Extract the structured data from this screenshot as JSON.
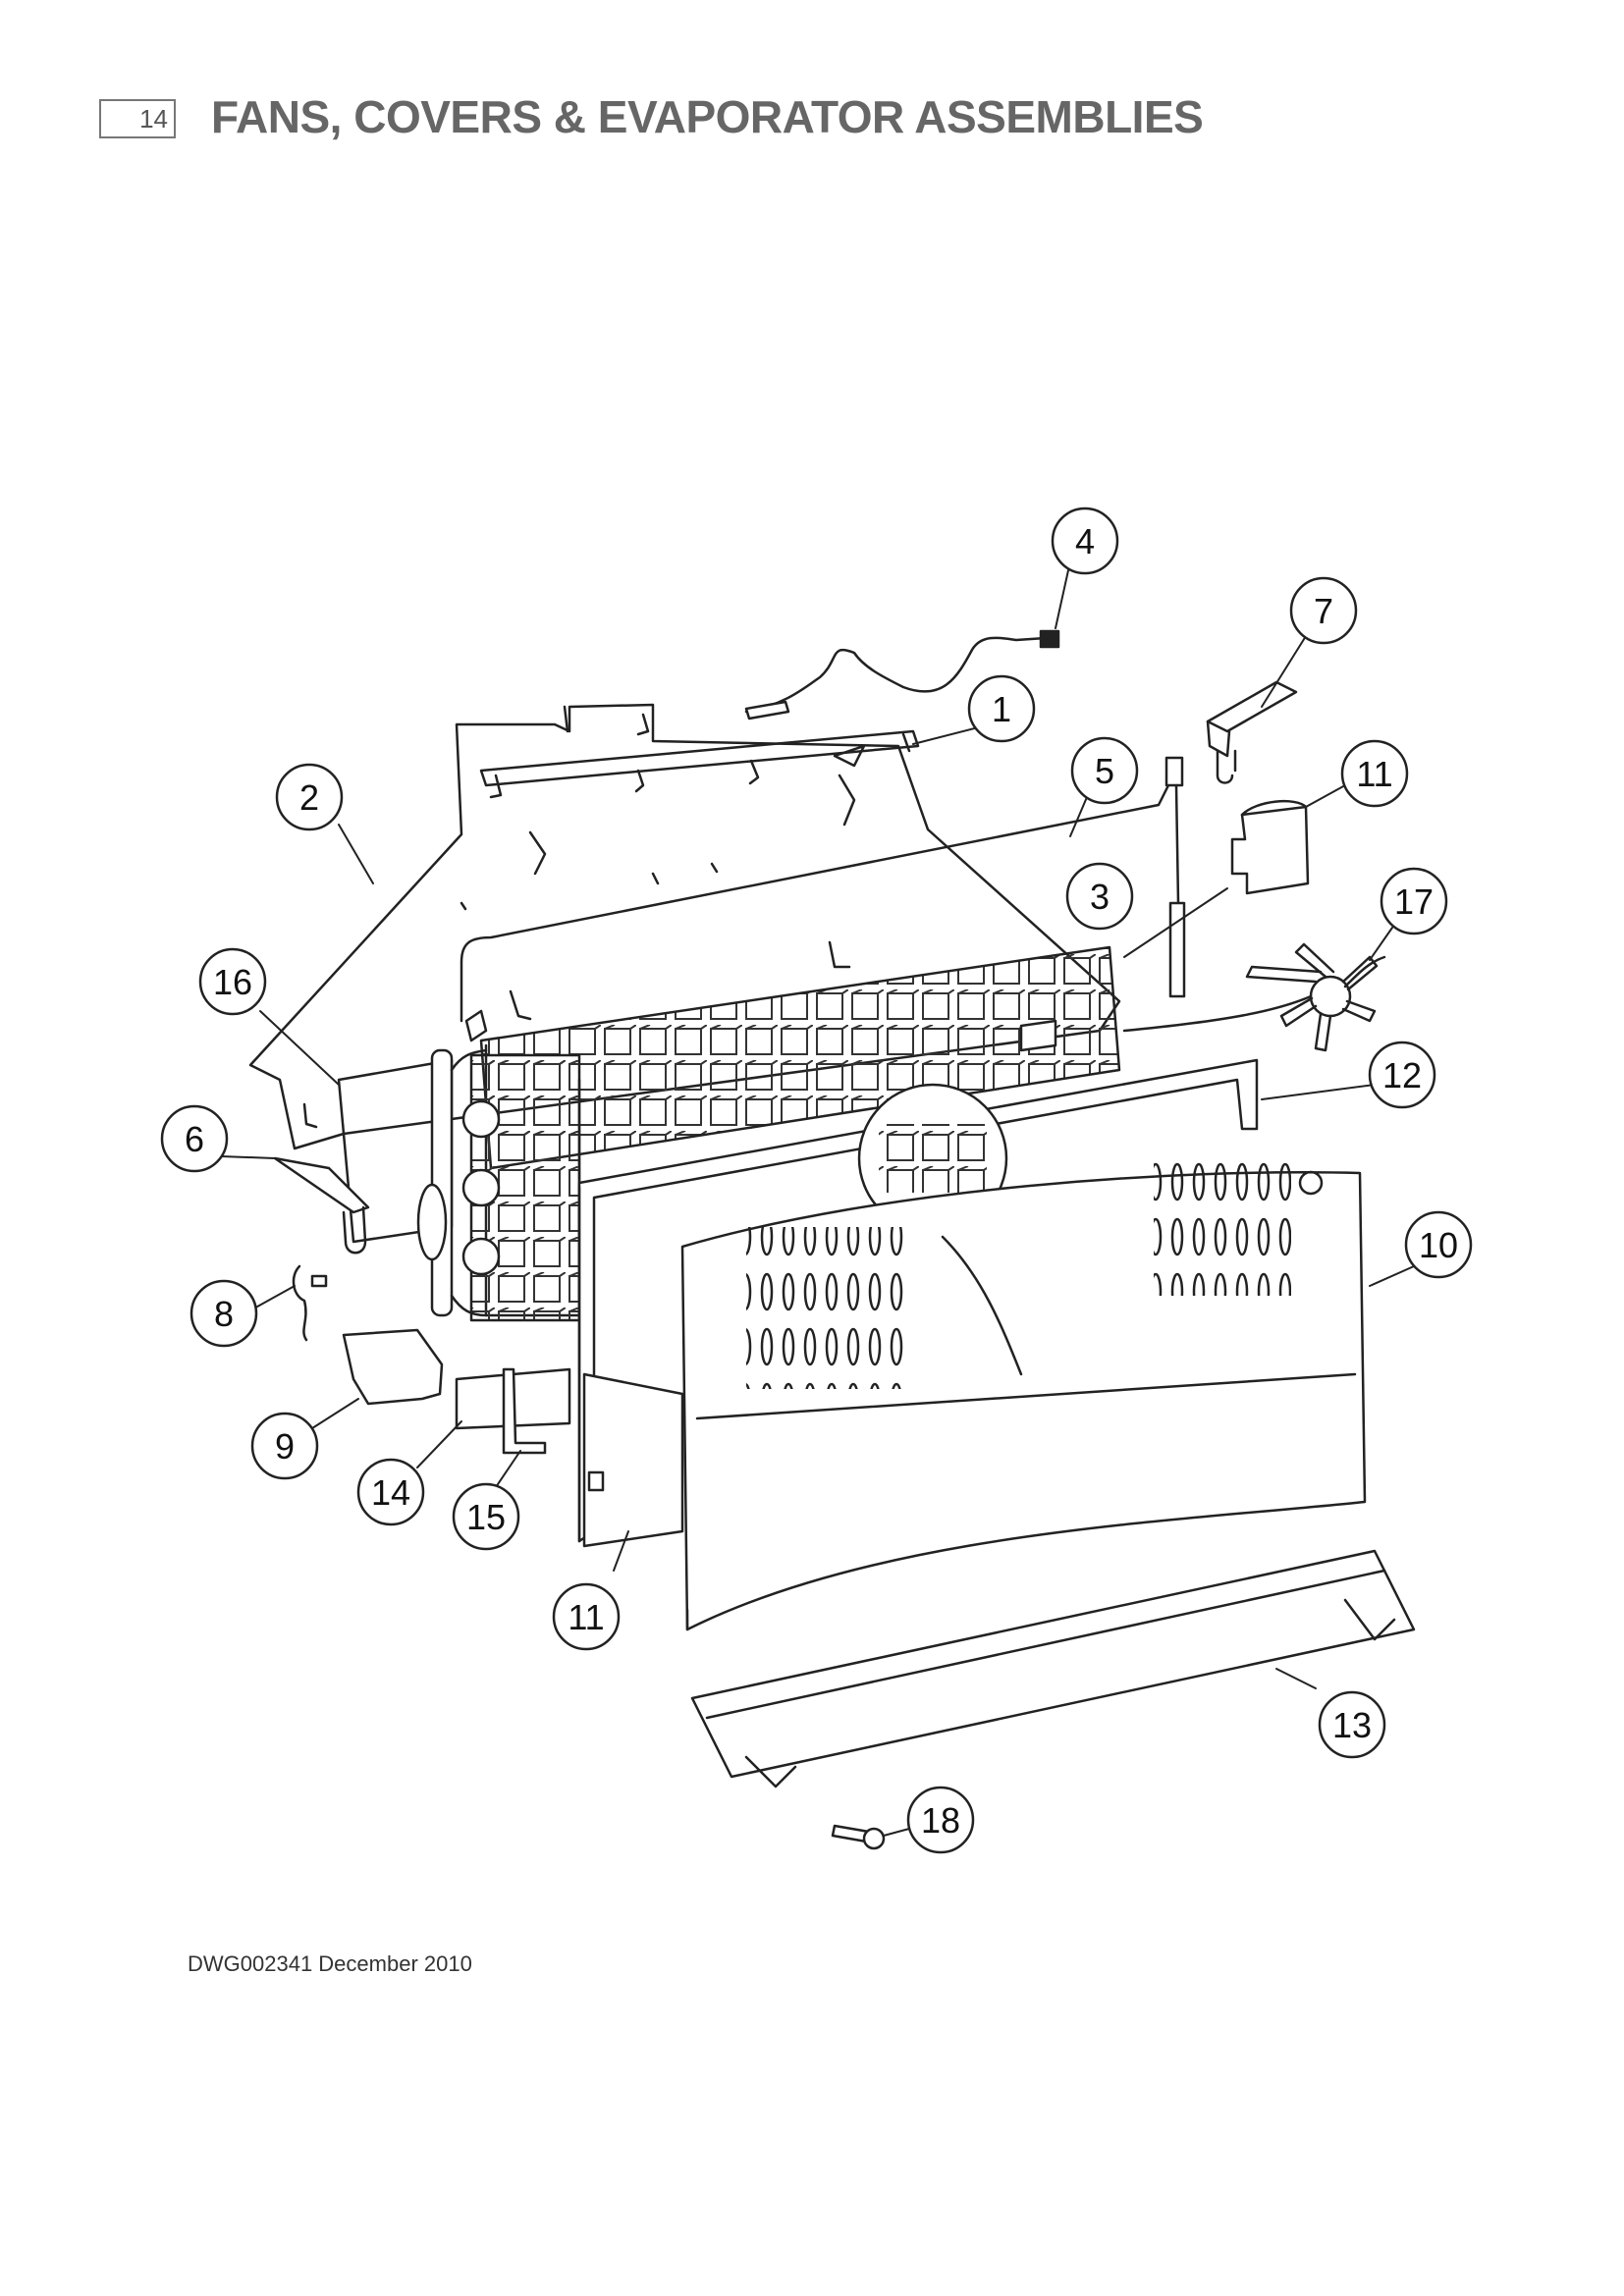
{
  "header": {
    "page_number": "14",
    "title": "FANS, COVERS & EVAPORATOR ASSEMBLIES"
  },
  "diagram": {
    "callouts": [
      {
        "id": "c1",
        "label": "1"
      },
      {
        "id": "c2",
        "label": "2"
      },
      {
        "id": "c3",
        "label": "3"
      },
      {
        "id": "c4",
        "label": "4"
      },
      {
        "id": "c5",
        "label": "5"
      },
      {
        "id": "c6",
        "label": "6"
      },
      {
        "id": "c7",
        "label": "7"
      },
      {
        "id": "c8",
        "label": "8"
      },
      {
        "id": "c9",
        "label": "9"
      },
      {
        "id": "c10",
        "label": "10"
      },
      {
        "id": "c11a",
        "label": "11"
      },
      {
        "id": "c11b",
        "label": "11"
      },
      {
        "id": "c12",
        "label": "12"
      },
      {
        "id": "c13",
        "label": "13"
      },
      {
        "id": "c14",
        "label": "14"
      },
      {
        "id": "c15",
        "label": "15"
      },
      {
        "id": "c16",
        "label": "16"
      },
      {
        "id": "c17",
        "label": "17"
      },
      {
        "id": "c18",
        "label": "18"
      }
    ]
  },
  "footer": {
    "drawing_id": "DWG002341 December 2010"
  }
}
